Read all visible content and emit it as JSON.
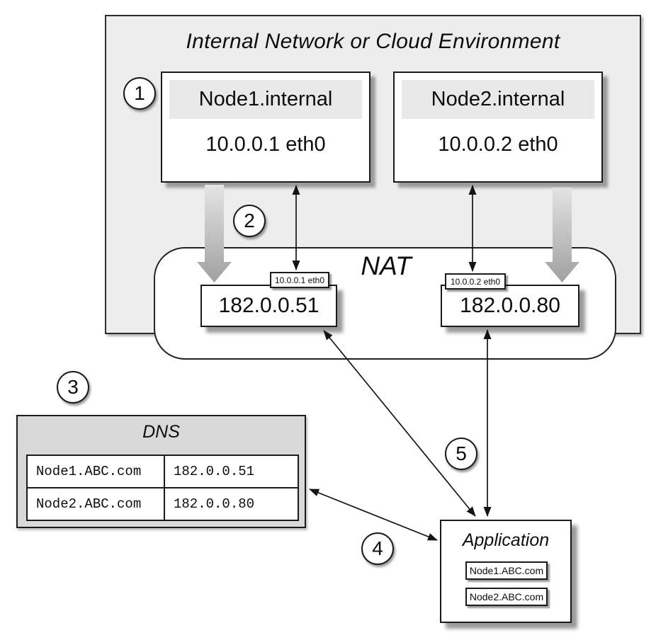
{
  "colors": {
    "env_fill": "#ededed",
    "dns_fill": "#d9d9d9",
    "node_header_fill": "#e9e9e9",
    "border": "#1a1a1a",
    "arrow_gray_top": "#e6e6e6",
    "arrow_gray_bottom": "#a0a0a0"
  },
  "env": {
    "title": "Internal Network or Cloud Environment",
    "nodes": [
      {
        "name": "Node1.internal",
        "address": "10.0.0.1 eth0"
      },
      {
        "name": "Node2.internal",
        "address": "10.0.0.2 eth0"
      }
    ]
  },
  "nat": {
    "title": "NAT",
    "mappings": [
      {
        "interface_label": "10.0.0.1 eth0",
        "public_ip": "182.0.0.51"
      },
      {
        "interface_label": "10.0.0.2 eth0",
        "public_ip": "182.0.0.80"
      }
    ]
  },
  "dns": {
    "title": "DNS",
    "records": [
      {
        "host": "Node1.ABC.com",
        "ip": "182.0.0.51"
      },
      {
        "host": "Node2.ABC.com",
        "ip": "182.0.0.80"
      }
    ]
  },
  "app": {
    "title": "Application",
    "hostnames": [
      "Node1.ABC.com",
      "Node2.ABC.com"
    ]
  },
  "steps": [
    "1",
    "2",
    "3",
    "4",
    "5"
  ]
}
